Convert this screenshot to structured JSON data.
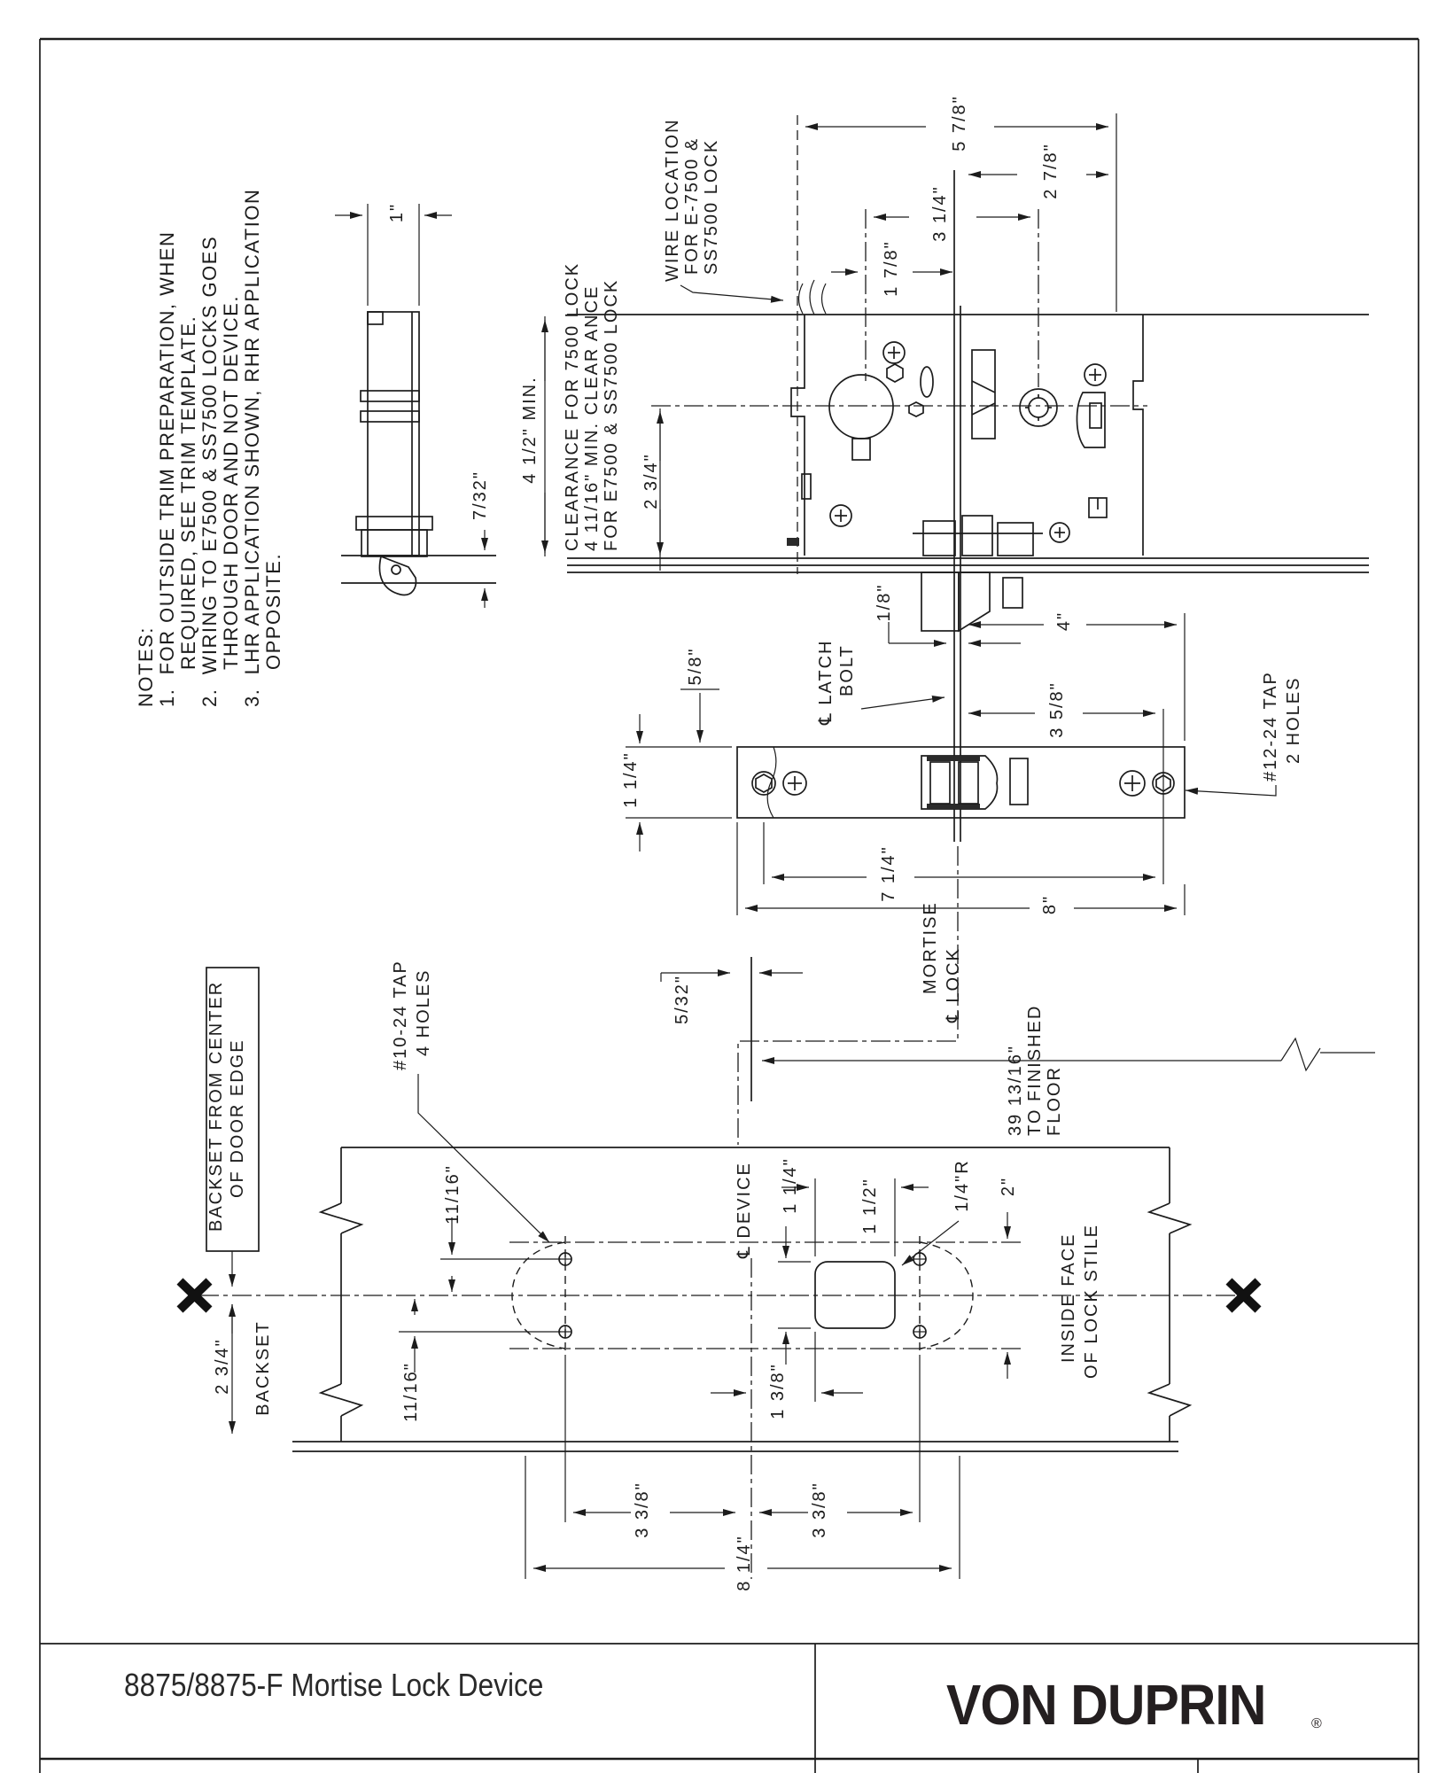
{
  "ink": "#1c1c1c",
  "titleblock": {
    "title": "8875/8875-F Mortise Lock Device",
    "brand": "VON DUPRIN",
    "registered": "®"
  },
  "notes": {
    "lines": [
      "NOTES:",
      "1.  FOR OUTSIDE TRIM PREPARATION, WHEN",
      "REQUIRED, SEE TRIM TEMPLATE.",
      "2.  WIRING TO E7500 & SS7500 LOCKS GOES",
      "THROUGH DOOR AND NOT DEVICE.",
      "3.  LHR APPLICATION SHOWN, RHR APPLICATION",
      "OPPOSITE."
    ]
  },
  "callouts": {
    "wire_location": [
      "WIRE LOCATION",
      "FOR E-7500 &",
      "SS7500 LOCK"
    ],
    "clearance": [
      "CLEARANCE FOR 7500 LOCK",
      "4 11/16\" MIN. CLEAR ANCE",
      "FOR E7500 & SS7500 LOCK"
    ],
    "latch_bolt": [
      "℄ LATCH",
      "BOLT"
    ],
    "tap_12_24": [
      "#12-24 TAP",
      "2 HOLES"
    ],
    "mortise_lock": [
      "MORTISE",
      "℄ LOCK"
    ],
    "to_floor": [
      "39 13/16\"",
      "TO FINISHED",
      "FLOOR"
    ],
    "device_cl": "℄ DEVICE",
    "backset_box": [
      "BACKSET FROM CENTER",
      "OF DOOR EDGE"
    ],
    "tap_10_24": [
      "#10-24 TAP",
      "4 HOLES"
    ],
    "inside_face": [
      "INSIDE FACE",
      "OF LOCK STILE"
    ]
  },
  "dims": {
    "w1": "1\"",
    "w7_32": "7/32\"",
    "h4_5min": "4 1/2\" MIN.",
    "h2_3_4": "2 3/4\"",
    "t5_7_8": "5 7/8\"",
    "t2_7_8": "2 7/8\"",
    "t3_1_4": "3 1/4\"",
    "t1_7_8": "1 7/8\"",
    "f5_8": "5/8\"",
    "f1_1_4": "1 1/4\"",
    "f1_8": "1/8\"",
    "f4": "4\"",
    "f3_5_8": "3 5/8\"",
    "f7_1_4": "7 1/4\"",
    "f8": "8\"",
    "g5_32": "5/32\"",
    "s11_16u": "11/16\"",
    "s11_16l": "11/16\"",
    "backset_val": "2 3/4\"",
    "backset_word": "BACKSET",
    "c1_1_4": "1 1/4\"",
    "c1_1_2": "1 1/2\"",
    "c1_4r": "1/4\"R",
    "c2": "2\"",
    "c1_3_8": "1 3/8\"",
    "b3_3_8a": "3 3/8\"",
    "b3_3_8b": "3 3/8\"",
    "b8_1_4": "8 1/4\""
  }
}
